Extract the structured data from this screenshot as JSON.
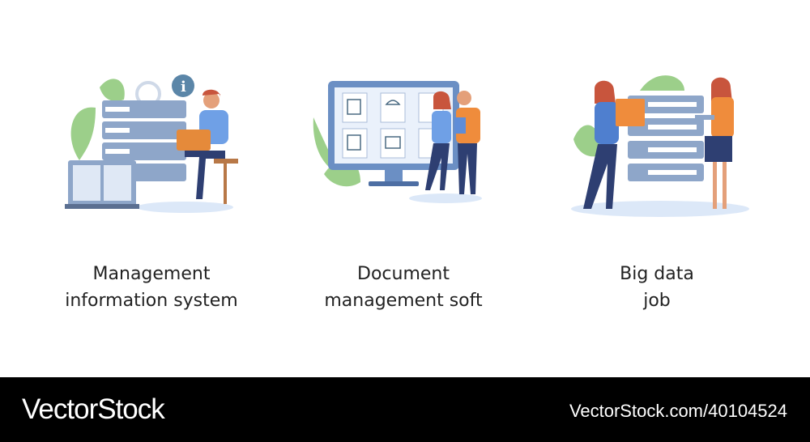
{
  "items": [
    {
      "caption_line1": "Management",
      "caption_line2": "information system",
      "icon": "server-rack-with-man-on-laptop"
    },
    {
      "caption_line1": "Document",
      "caption_line2": "management soft",
      "icon": "monitor-with-documents-and-couple"
    },
    {
      "caption_line1": "Big data",
      "caption_line2": "job",
      "icon": "servers-with-two-women-and-folder"
    }
  ],
  "footer": {
    "brand": "VectorStock",
    "url": "VectorStock.com/40104524"
  },
  "colors": {
    "server": "#8ea6c9",
    "accent_blue": "#5f8dd8",
    "orange": "#ef8c3c",
    "leaf": "#8cc37b",
    "ground": "#dce8f8"
  }
}
